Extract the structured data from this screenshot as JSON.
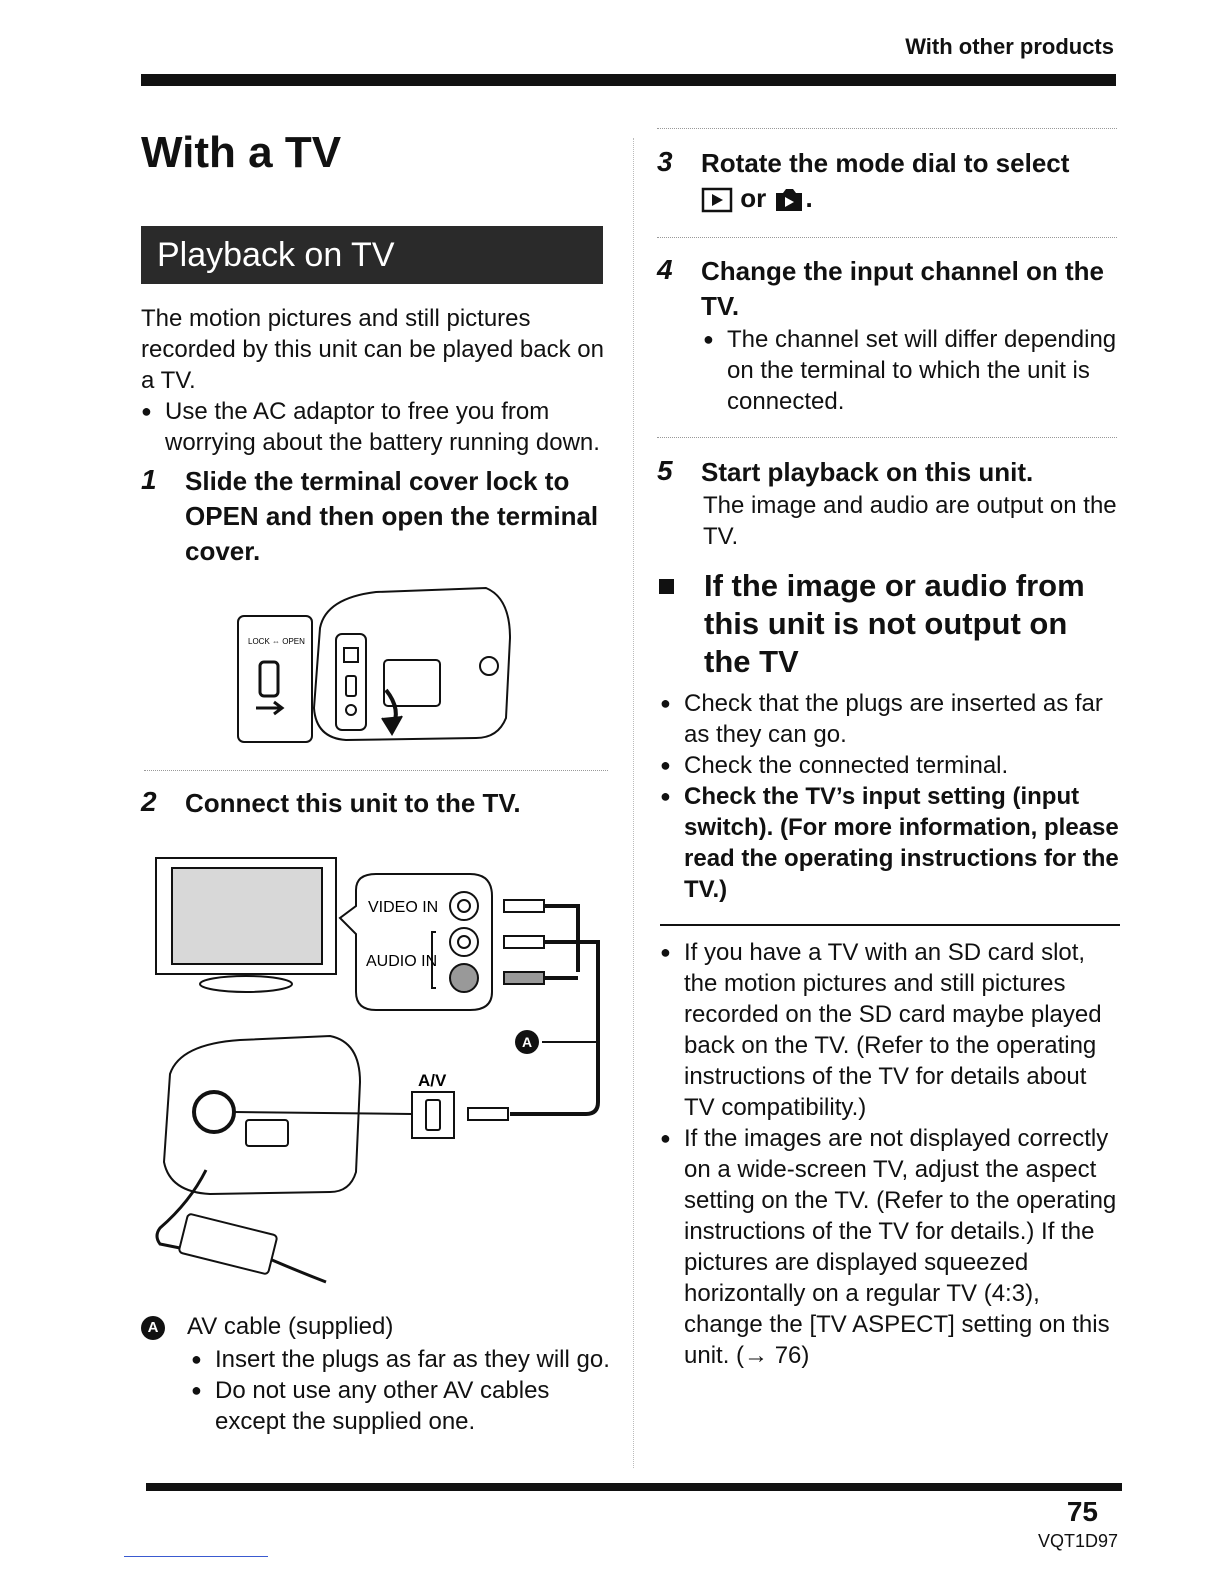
{
  "header": {
    "section": "With other products"
  },
  "page": {
    "title": "With a TV",
    "banner": "Playback on TV"
  },
  "intro": {
    "text": "The motion pictures and still pictures recorded by this unit can be played back on a TV.",
    "bullet": "Use the AC adaptor to free you from worrying about the battery running down."
  },
  "steps": {
    "s1": {
      "num": "1",
      "title": "Slide the terminal cover lock to OPEN and then open the terminal cover."
    },
    "s2": {
      "num": "2",
      "title": "Connect this unit to the TV."
    },
    "s3": {
      "num": "3",
      "title_a": "Rotate the mode dial to select",
      "or": "or",
      "dot": "."
    },
    "s4": {
      "num": "4",
      "title": "Change the input channel on the TV.",
      "bullet": "The channel set will differ depending on the terminal to which the unit is connected."
    },
    "s5": {
      "num": "5",
      "title": "Start playback on this unit.",
      "text": "The image and audio are output on the TV."
    }
  },
  "figure1": {
    "label": "LOCK ⇔ OPEN"
  },
  "figure2": {
    "video_in": "VIDEO IN",
    "audio_in": "AUDIO IN",
    "av": "A/V",
    "callout": "A"
  },
  "legend": {
    "badge": "A",
    "text": "AV cable (supplied)",
    "bullets": [
      "Insert the plugs as far as they will go.",
      "Do not use any other AV cables except the supplied one."
    ]
  },
  "trouble": {
    "heading": "If the image or audio from this unit is not output on the TV",
    "bullets": [
      "Check that the plugs are inserted as far as they can go.",
      "Check the connected terminal.",
      "Check the TV’s input setting (input switch). (For more information, please read the operating instructions for the TV.)"
    ]
  },
  "notes": [
    "If you have a TV with an SD card slot, the motion pictures and still pictures recorded on the SD card maybe played back on the TV. (Refer to the operating instructions of the TV for details about TV compatibility.)",
    "If the images are not displayed correctly on a wide-screen TV, adjust the aspect setting on the TV. (Refer to the operating instructions of the TV for details.) If the pictures are displayed squeezed horizontally on a regular TV (4:3), change the [TV ASPECT] setting on this unit. (→ 76)"
  ],
  "footer": {
    "page_number": "75",
    "model_code": "VQT1D97"
  },
  "icons": {
    "playback_mode": "play-in-box-icon",
    "picture_playback": "camera-play-icon",
    "bullet": "bullet-dot",
    "section_marker": "black-square"
  }
}
